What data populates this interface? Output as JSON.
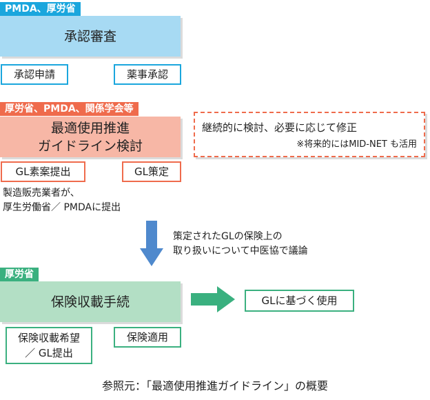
{
  "colors": {
    "blue": "#1aa6dd",
    "blue_fill": "#a7daf3",
    "orange": "#ef6b4c",
    "orange_fill": "#f7b7a6",
    "green": "#3ab07f",
    "green_fill": "#b3dfc5",
    "arrow_blue": "#4f89cd",
    "dashed": "#ef6b4c"
  },
  "stage1": {
    "tag": "PMDA、厚労省",
    "title": "承認審査",
    "box_left": "承認申請",
    "box_right": "薬事承認"
  },
  "stage2": {
    "tag": "厚労省、PMDA、関係学会等",
    "title_line1": "最適使用推進",
    "title_line2": "ガイドライン検討",
    "box_left": "GL素案提出",
    "box_right": "GL策定",
    "note": "製造販売業者が、\n厚生労働省／ PMDAに提出",
    "callout_main": "継続的に検討、必要に応じて修正",
    "callout_sub": "※将来的にはMID-NET も活用"
  },
  "transition": {
    "note": "策定されたGLの保険上の\n取り扱いについて中医協で議論"
  },
  "stage3": {
    "tag": "厚労省",
    "title": "保険収載手続",
    "box_left_line1": "保険収載希望",
    "box_left_line2": "／ GL提出",
    "box_right": "保険適用",
    "result": "GLに基づく使用"
  },
  "caption": "参照元：「最適使用推進ガイドライン」の概要",
  "icons": {
    "down_arrow": "down-arrow-icon",
    "right_arrow": "right-arrow-icon"
  }
}
